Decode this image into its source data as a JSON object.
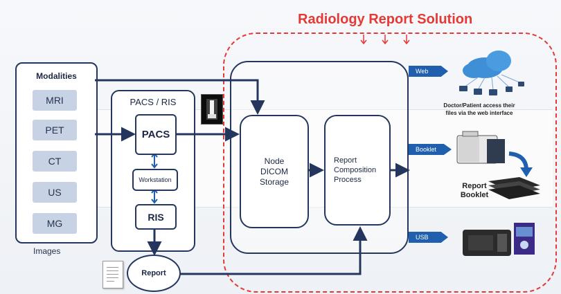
{
  "diagram": {
    "title": "Radiology Report Solution",
    "modalities": {
      "title": "Modalities",
      "items": [
        "MRI",
        "PET",
        "CT",
        "US",
        "MG"
      ],
      "caption": "Images"
    },
    "pacs_ris": {
      "title": "PACS / RIS",
      "pacs": "PACS",
      "workstation": "Workstation",
      "ris": "RIS"
    },
    "report": "Report",
    "storage": {
      "line1": "Node",
      "line2": "DICOM",
      "line3": "Storage"
    },
    "composition": {
      "line1": "Report",
      "line2": "Composition",
      "line3": "Process"
    },
    "outputs": {
      "web": "Web",
      "booklet": "Booklet",
      "usb": "USB",
      "web_caption_1": "Doctor/Patient access their",
      "web_caption_2": "files via the web interface",
      "booklet_caption_1": "Report",
      "booklet_caption_2": "Booklet"
    },
    "colors": {
      "accent": "#e53935",
      "line": "#24365e",
      "tag": "#1f5fae",
      "modality_box": "#c7d3e5",
      "cloud": "#3f8fd6"
    }
  }
}
